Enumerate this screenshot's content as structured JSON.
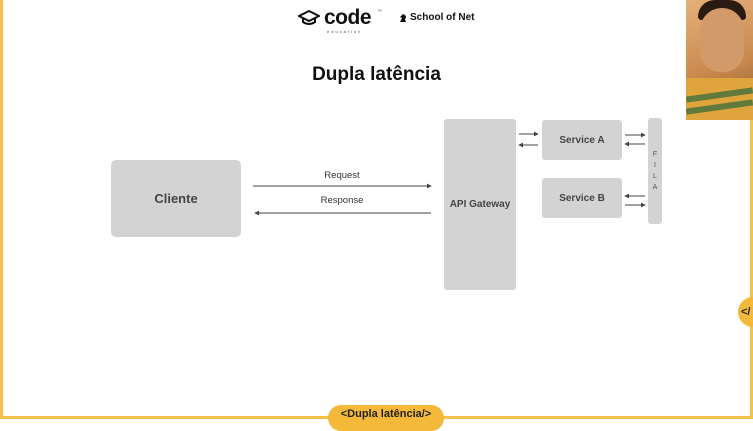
{
  "header": {
    "code_logo": "code",
    "code_sub": "education",
    "code_tm": "™",
    "son_logo": "School of Net"
  },
  "slide": {
    "title": "Dupla latência"
  },
  "diagram": {
    "cliente": "Cliente",
    "gateway": "API Gateway",
    "service_a": "Service A",
    "service_b": "Service B",
    "fila_letters": [
      "F",
      "I",
      "L",
      "A"
    ],
    "request_label": "Request",
    "response_label": "Response"
  },
  "overlay": {
    "side_badge": "</",
    "bottom_badge": "<Dupla latência/>"
  },
  "colors": {
    "accent": "#f5b93a",
    "box": "#d3d3d3"
  }
}
